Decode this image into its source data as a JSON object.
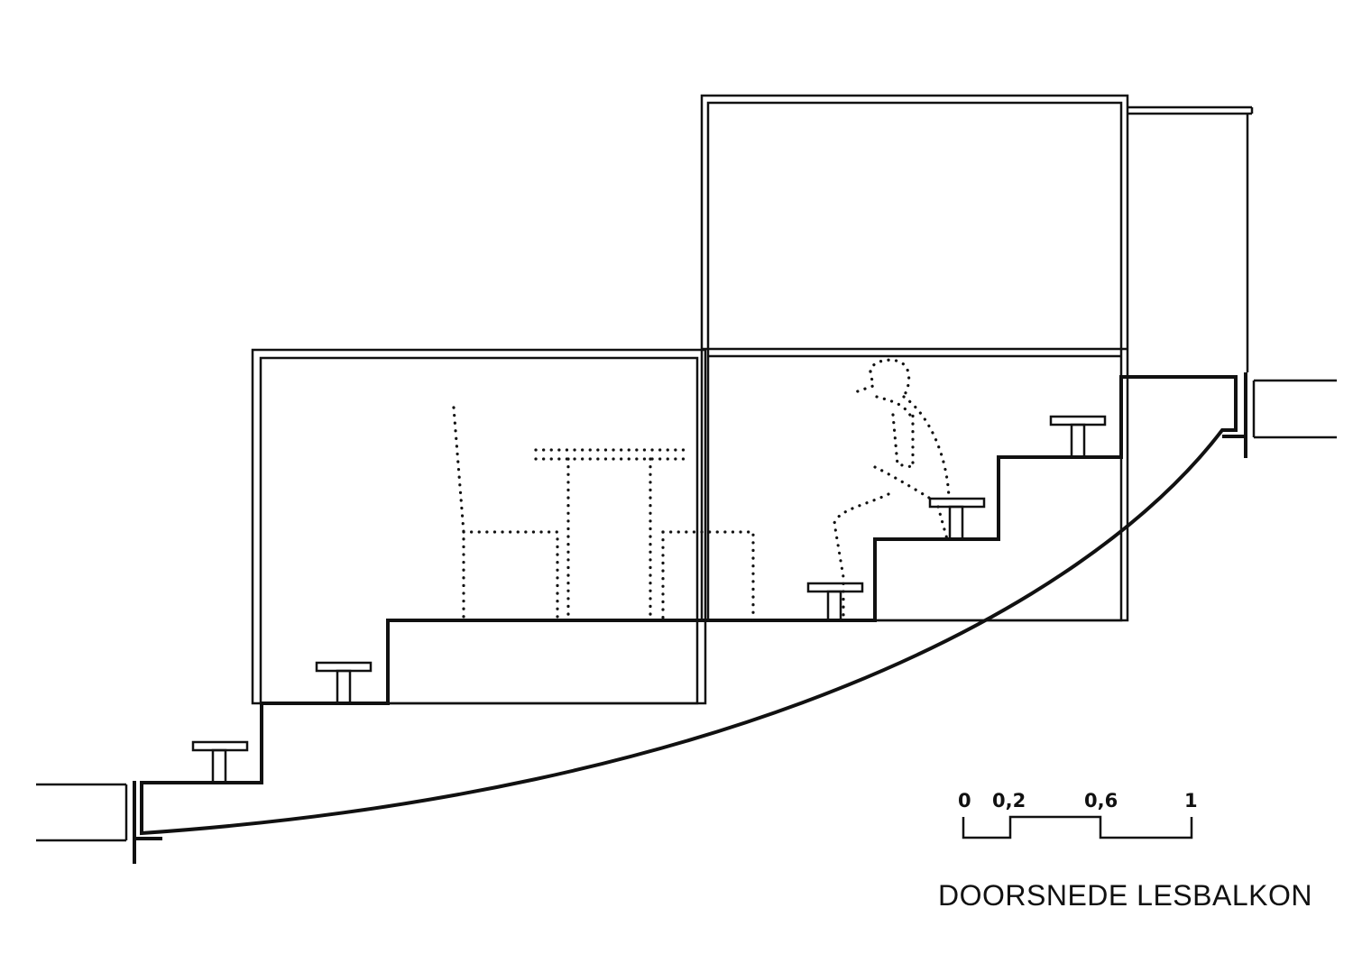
{
  "drawing": {
    "title": "DOORSNEDE LESBALKON",
    "scale_bar": {
      "labels": [
        "0",
        "0,2",
        "0,6",
        "1"
      ]
    }
  }
}
